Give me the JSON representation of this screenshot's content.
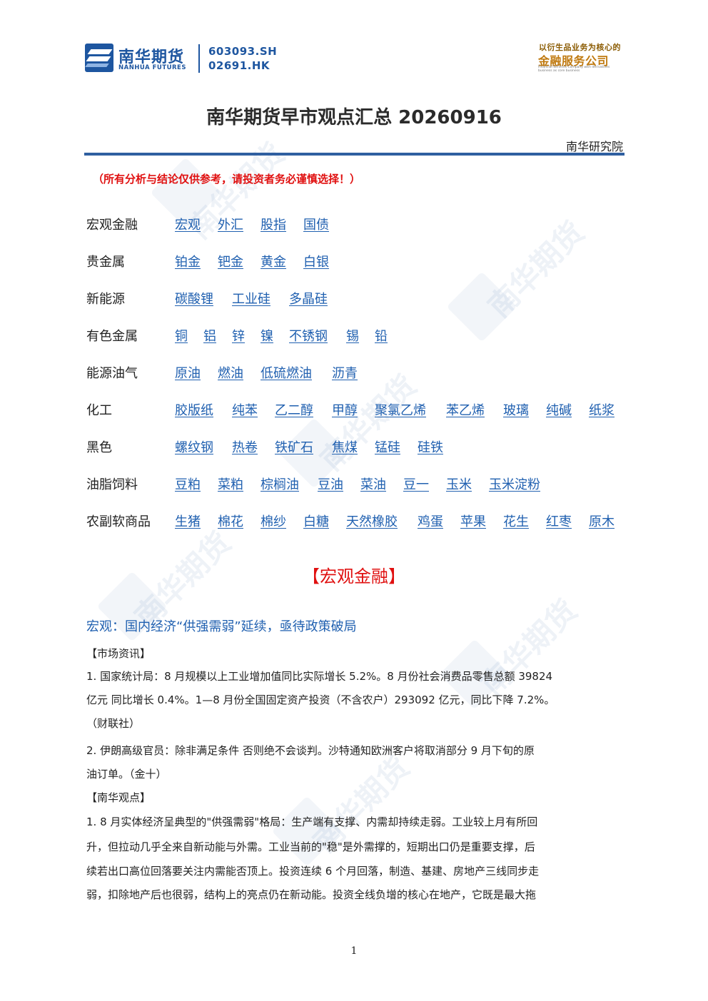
{
  "header": {
    "logo_cn": "南华期货",
    "logo_en": "NANHUA FUTURES",
    "ticker_sh": "603093.SH",
    "ticker_hk": "02691.HK",
    "slogan_top": "以衍生品业务为核心的",
    "slogan_main": "金融服务公司",
    "slogan_small": "Financial Services Company with derivatives business as core business"
  },
  "title": "南华期货早市观点汇总 20260916",
  "department": "南华研究院",
  "disclaimer": "（所有分析与结论仅供参考，请投资者务必谨慎选择！）",
  "categories": [
    {
      "label": "宏观金融",
      "items": [
        "宏观",
        "外汇",
        "股指",
        "国债"
      ]
    },
    {
      "label": "贵金属",
      "items": [
        "铂金",
        "钯金",
        "黄金",
        "白银"
      ]
    },
    {
      "label": "新能源",
      "items": [
        "碳酸锂",
        "工业硅",
        "多晶硅"
      ]
    },
    {
      "label": "有色金属",
      "items": [
        "铜",
        "铝",
        "锌",
        "镍",
        "不锈钢",
        "锡",
        "铅"
      ]
    },
    {
      "label": "能源油气",
      "items": [
        "原油",
        "燃油",
        "低硫燃油",
        "沥青"
      ]
    },
    {
      "label": "化工",
      "items": [
        "胶版纸",
        "纯苯",
        "乙二醇",
        "甲醇",
        "聚氯乙烯",
        "苯乙烯",
        "玻璃",
        "纯碱",
        "纸浆"
      ]
    },
    {
      "label": "黑色",
      "items": [
        "螺纹钢",
        "热卷",
        "铁矿石",
        "焦煤",
        "锰硅",
        "硅铁"
      ]
    },
    {
      "label": "油脂饲料",
      "items": [
        "豆粕",
        "菜粕",
        "棕榈油",
        "豆油",
        "菜油",
        "豆一",
        "玉米",
        "玉米淀粉"
      ]
    },
    {
      "label": "农副软商品",
      "items": [
        "生猪",
        "棉花",
        "棉纱",
        "白糖",
        "天然橡胶",
        "鸡蛋",
        "苹果",
        "花生",
        "红枣",
        "原木"
      ]
    }
  ],
  "section": {
    "heading": "【宏观金融】",
    "subheading": "宏观：国内经济“供强需弱”延续，亟待政策破局",
    "market_tag": "【市场资讯】",
    "market_lines": [
      "1. 国家统计局：8 月规模以上工业增加值同比实际增长 5.2%。8 月份社会消费品零售总额 39824",
      "亿元 同比增长 0.4%。1—8 月份全国固定资产投资（不含农户）293092 亿元，同比下降 7.2%。",
      "（财联社）",
      "2. 伊朗高级官员：除非满足条件 否则绝不会谈判。沙特通知欧洲客户将取消部分 9 月下旬的原",
      "油订单。（金十）"
    ],
    "view_tag": "【南华观点】",
    "view_lines": [
      "1. 8 月实体经济呈典型的\"供强需弱\"格局：生产端有支撑、内需却持续走弱。工业较上月有所回",
      "升，但拉动几乎全来自新动能与外需。工业当前的\"稳\"是外需撑的，短期出口仍是重要支撑，后",
      "续若出口高位回落要关注内需能否顶上。投资连续 6 个月回落，制造、基建、房地产三线同步走",
      "弱，扣除地产后也很弱，结构上的亮点仍在新动能。投资全线负增的核心在地产，它既是最大拖"
    ]
  },
  "page_number": "1",
  "colors": {
    "brand_blue": "#1e56a0",
    "link_blue": "#2060b0",
    "alert_red": "#e01010",
    "gold": "#c07a10"
  }
}
